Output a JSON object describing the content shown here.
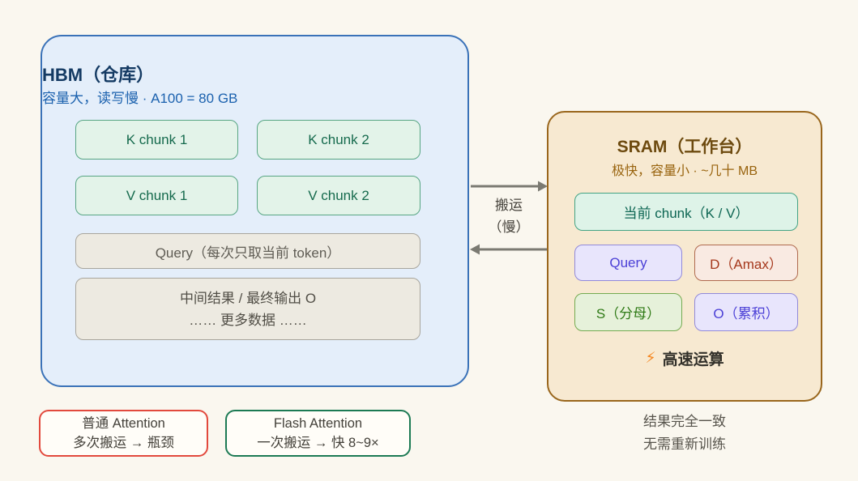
{
  "hbm": {
    "title": "HBM（仓库）",
    "subtitle": "容量大，读写慢 · A100 = 80 GB",
    "chunks": [
      "K chunk 1",
      "K chunk 2",
      "V chunk 1",
      "V chunk 2"
    ],
    "query_row": "Query（每次只取当前 token）",
    "output_line1": "中间结果 / 最终输出 O",
    "output_line2": "…… 更多数据 ……"
  },
  "transfer": {
    "label_line1": "搬运",
    "label_line2": "（慢）"
  },
  "sram": {
    "title": "SRAM（工作台）",
    "subtitle": "极快，容量小 · ~几十 MB",
    "current_chunk": "当前 chunk（K / V）",
    "cells": [
      {
        "label": "Query"
      },
      {
        "label": "D（Amax）"
      },
      {
        "label": "S（分母）"
      },
      {
        "label": "O（累积）"
      }
    ],
    "compute_icon": "⚡",
    "compute_label": "高速运算"
  },
  "footer": {
    "normal_line1": "普通 Attention",
    "normal_line2": "多次搬运 → 瓶颈",
    "flash_line1": "Flash Attention",
    "flash_line2": "一次搬运 → 快 8~9×",
    "note_line1": "结果完全一致",
    "note_line2": "无需重新训练"
  },
  "colors": {
    "background": "#faf7ef",
    "hbm_fill": "#e4eefa",
    "hbm_border": "#3a72b8",
    "sram_fill": "#f7e9d1",
    "sram_border": "#99661c",
    "chunk_green": "#e3f3e9",
    "gray_fill": "#edeae1",
    "purple_text": "#4a3fd6",
    "red_text": "#a5371b",
    "green_text": "#2f7a16",
    "arrow_gray": "#7b7a72",
    "normal_border_red": "#e2493d",
    "flash_border_green": "#1c7a54"
  }
}
